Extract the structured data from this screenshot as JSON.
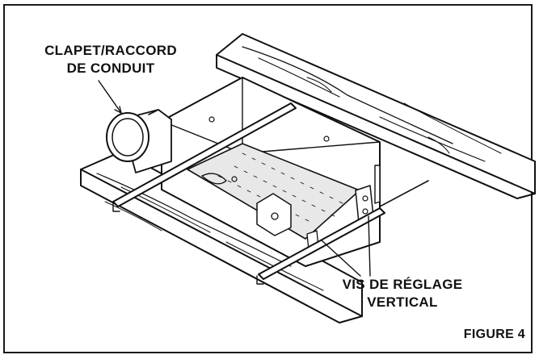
{
  "figure": {
    "callout_damper": [
      "CLAPET/RACCORD",
      "DE CONDUIT"
    ],
    "callout_screws": [
      "VIS DE RÉGLAGE",
      "VERTICAL"
    ],
    "caption": "FIGURE 4"
  },
  "colors": {
    "ink": "#111111",
    "paper": "#ffffff"
  }
}
